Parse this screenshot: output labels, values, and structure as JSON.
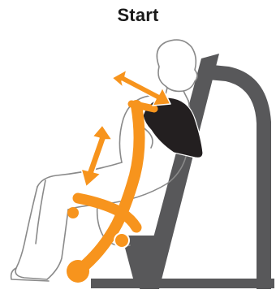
{
  "title": "Start",
  "colors": {
    "accent": "#f7941d",
    "machine_frame": "#58585a",
    "shoulder_pad": "#231f20",
    "figure_outline": "#8a8a8a",
    "background": "#ffffff"
  },
  "icons": [
    "seated-figure-outline",
    "machine-frame",
    "shoulder-pad",
    "movement-arm",
    "adjustment-arrow-diagonal",
    "adjustment-arrow-vertical",
    "pivot-point"
  ]
}
